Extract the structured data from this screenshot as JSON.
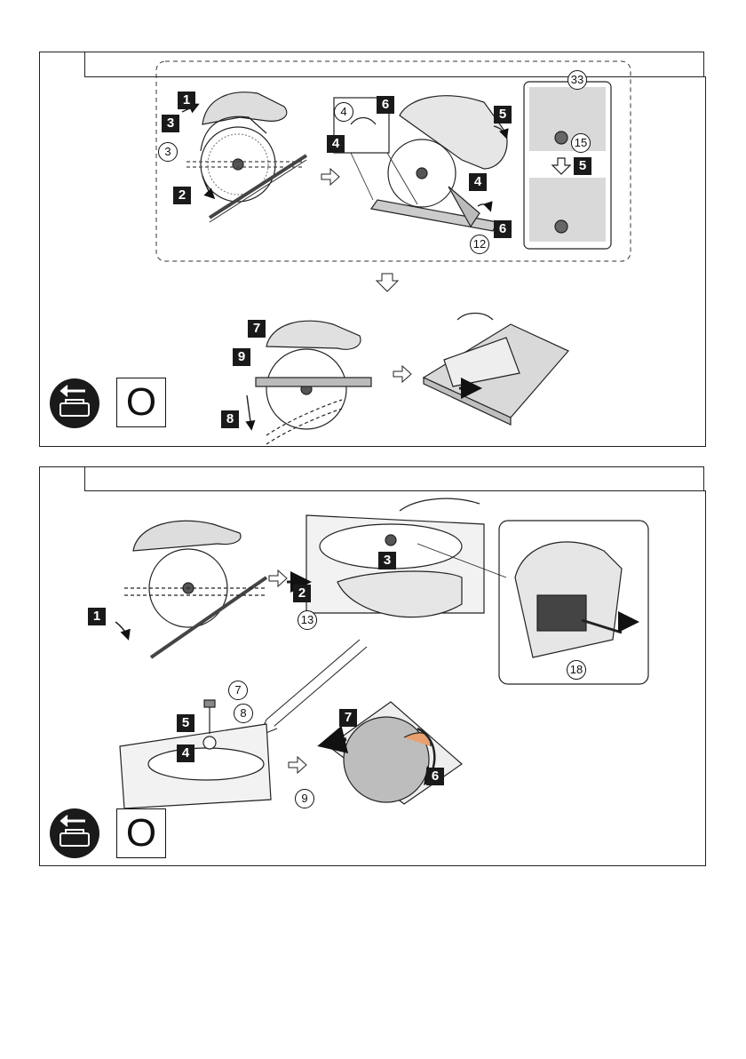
{
  "figure_a": {
    "steps": [
      "1",
      "3",
      "2",
      "4",
      "6",
      "5",
      "4",
      "6",
      "5",
      "7",
      "9",
      "8"
    ],
    "callouts": [
      "3",
      "4",
      "12",
      "15",
      "33"
    ],
    "mode_symbol": "O",
    "icons": [
      "remove-battery-icon"
    ]
  },
  "figure_b": {
    "steps": [
      "1",
      "2",
      "3",
      "5",
      "4",
      "7",
      "6"
    ],
    "callouts": [
      "13",
      "18",
      "7",
      "8",
      "9"
    ],
    "mode_symbol": "O",
    "icons": [
      "remove-battery-icon"
    ]
  }
}
